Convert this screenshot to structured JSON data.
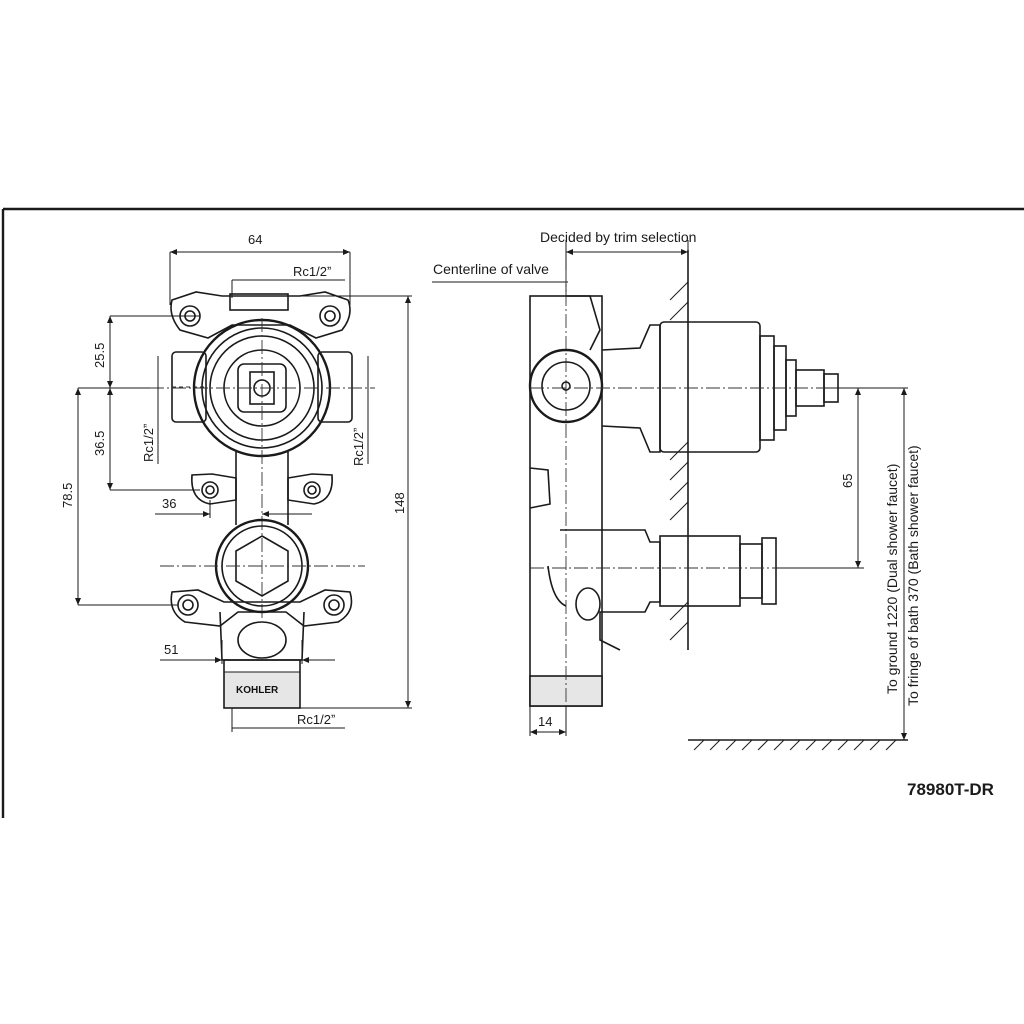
{
  "front_view": {
    "dim_width": "64",
    "dim_top_thread": "Rc1/2ˮ",
    "dim_upper_offset": "25.5",
    "dim_left_thread": "Rc1/2ˮ",
    "dim_right_thread": "Rc1/2ˮ",
    "dim_mid_offset": "36.5",
    "dim_lower_offset": "78.5",
    "dim_mount_spacing": "36",
    "dim_total_height": "148",
    "dim_outlet_width": "51",
    "dim_bottom_thread": "Rc1/2ˮ",
    "brand_mark": "KOHLER"
  },
  "side_view": {
    "note_trim": "Decided by trim selection",
    "note_centerline": "Centerline of valve",
    "dim_stem_spacing": "65",
    "dim_depth": "14",
    "note_ground": "To ground 1220 (Dual shower faucet)",
    "note_bath": "To fringe of bath 370 (Bath shower faucet)"
  },
  "model_number": "78980T-DR"
}
